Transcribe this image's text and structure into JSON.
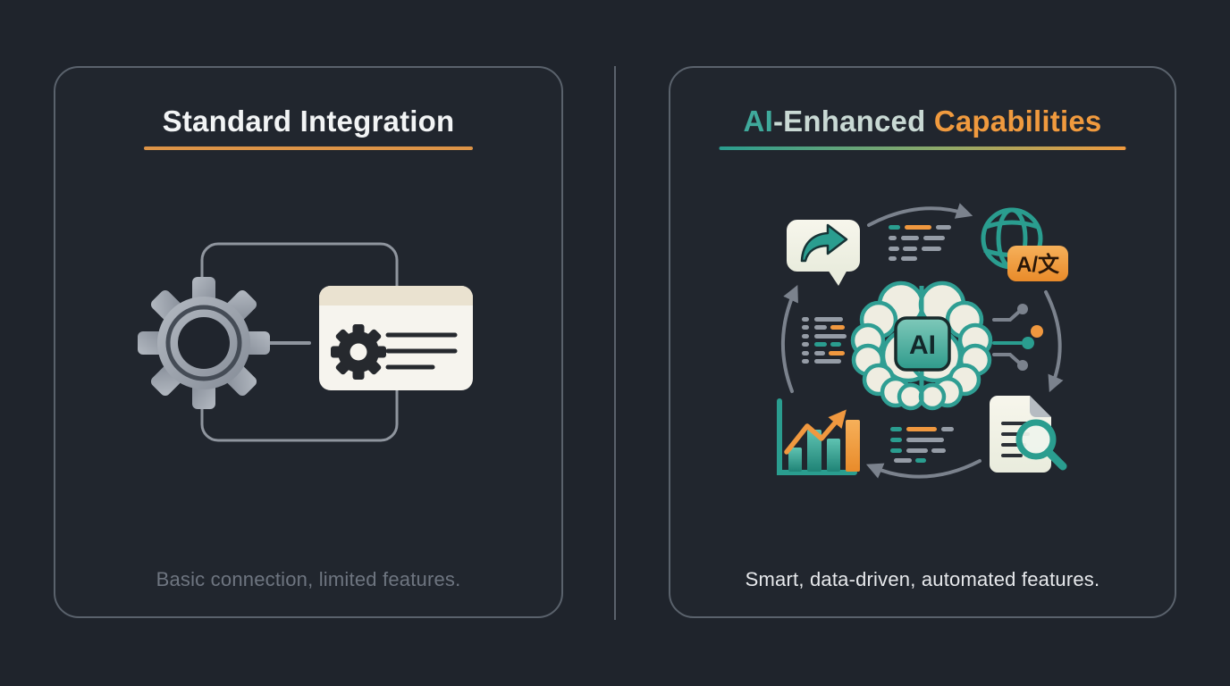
{
  "page": {
    "kind": "comparison-infographic",
    "background": "#1f242c",
    "panel_border": "#5a626c"
  },
  "colors": {
    "teal": "#2a9d8f",
    "orange": "#f0983f",
    "cream": "#f2efe4",
    "arrow_gray": "#7b828d",
    "left_underline": "#dd9447"
  },
  "left_panel": {
    "title": "Standard Integration",
    "caption": "Basic connection, limited features.",
    "icons": [
      "gear-icon",
      "app-window-icon",
      "window-gear-icon",
      "connector-frame",
      "connector-line"
    ]
  },
  "right_panel": {
    "title": {
      "ai": "AI",
      "enhanced": "-Enhanced",
      "capabilities": " Capabilities"
    },
    "caption": "Smart, data-driven, automated features.",
    "chip_label": "AI",
    "translate_label": "A/文",
    "icons": [
      "share-chat-bubble-icon",
      "text-lines-icon",
      "globe-icon",
      "translate-badge-icon",
      "circuit-nodes-icon",
      "brain-ai-chip-icon",
      "bar-chart-trend-icon",
      "document-magnifier-icon",
      "cycle-arrows"
    ]
  }
}
